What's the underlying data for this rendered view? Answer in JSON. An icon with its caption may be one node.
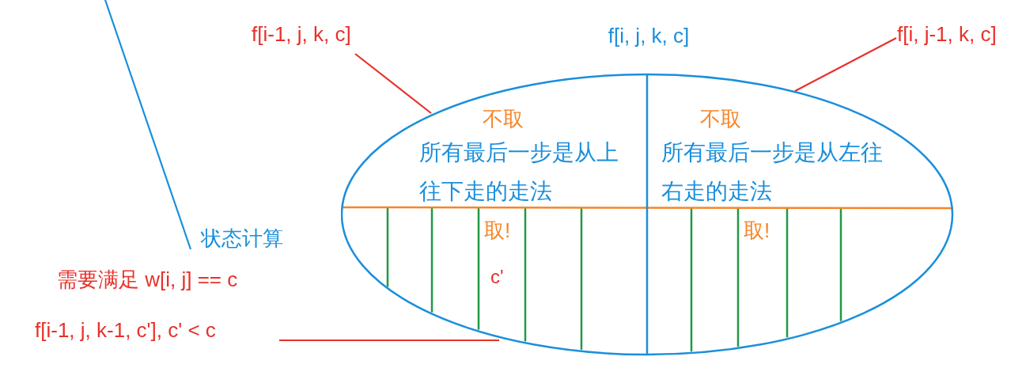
{
  "diagram": {
    "nodes": [
      {
        "text": [
          "f[i, j, k, c]"
        ]
      },
      {
        "text": [
          "不取",
          "所有最后一步是从上往下走的走法"
        ],
        "in": 0
      },
      {
        "text": [
          "不取",
          "所有最后一步是从左往右走的走法"
        ],
        "in": 0
      },
      {
        "text": [
          "取!",
          "c'"
        ],
        "in": 0
      },
      {
        "text": [
          "取!"
        ],
        "in": 0
      },
      {
        "text": [
          "f[i-1, j, k, c]"
        ]
      },
      {
        "text": [
          "f[i, j-1, k, c]"
        ]
      },
      {
        "text": [
          "f[i-1, j, k-1, c'], c' < c"
        ]
      },
      {
        "text": [
          "状态计算"
        ]
      }
    ],
    "edges": [
      {
        "from": 5,
        "to": 1,
        "arrow": "none"
      },
      {
        "from": 6,
        "to": 2,
        "arrow": "none"
      },
      {
        "from": 7,
        "to": 3,
        "arrow": "none"
      },
      {
        "from": null,
        "to": 8,
        "arrow": "none",
        "color": "#1a8fdc"
      }
    ],
    "labels": [
      "需要满足 w[i, j] == c"
    ]
  }
}
